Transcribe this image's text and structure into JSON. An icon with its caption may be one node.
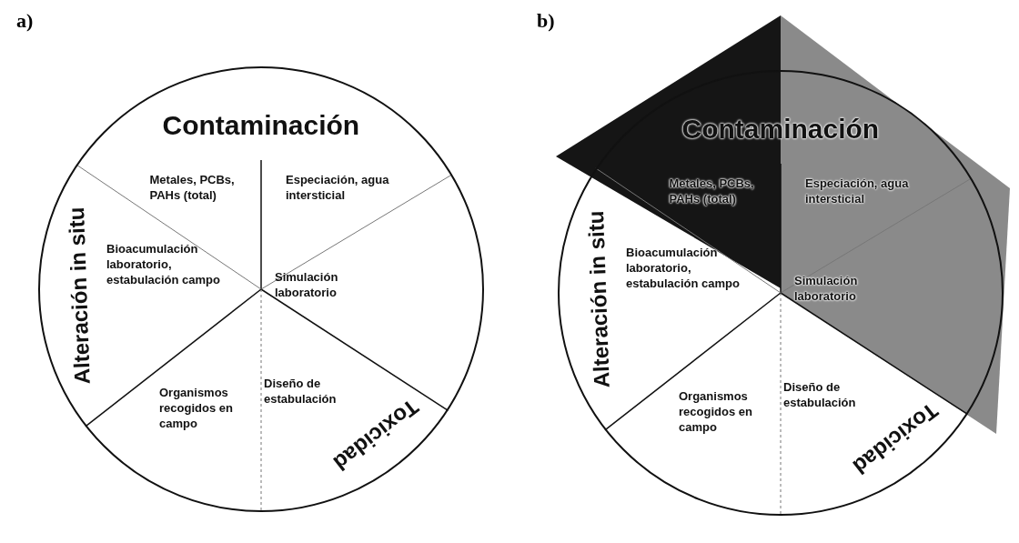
{
  "diagram": {
    "nodes": [
      {
        "text": [
          "Contaminación",
          "Toxicidad",
          "Alteración in situ"
        ]
      },
      {
        "text": [
          "Metales, PCBs, PAHs (total)"
        ],
        "in": 0
      },
      {
        "text": [
          "Especiación, agua intersticial"
        ],
        "in": 0
      },
      {
        "text": [
          "Simulación laboratorio"
        ],
        "in": 0
      },
      {
        "text": [
          "Diseño de estabulación"
        ],
        "in": 0
      },
      {
        "text": [
          "Organismos recogidos en campo"
        ],
        "in": 0
      },
      {
        "text": [
          "Bioacumulación laboratorio, estabulación campo"
        ],
        "in": 0
      },
      {
        "text": [
          "Contaminación",
          "Toxicidad",
          "Alteración in situ"
        ]
      },
      {
        "text": [
          "Metales, PCBs, PAHs (total)"
        ],
        "in": 7
      },
      {
        "text": [
          "Especiación, agua intersticial"
        ],
        "in": 7
      },
      {
        "text": [
          "Simulación laboratorio"
        ],
        "in": 7
      },
      {
        "text": [
          "Diseño de estabulación"
        ],
        "in": 7
      },
      {
        "text": [
          "Organismos recogidos en campo"
        ],
        "in": 7
      },
      {
        "text": [
          "Bioacumulación laboratorio, estabulación campo"
        ],
        "in": 7
      }
    ],
    "edges": [],
    "labels": [
      "a)",
      "b)"
    ]
  }
}
